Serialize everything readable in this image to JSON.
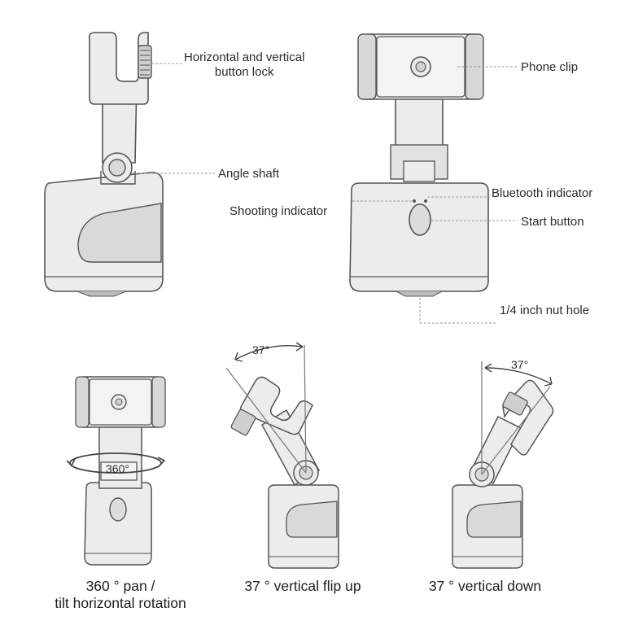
{
  "labels": {
    "button_lock_line1": "Horizontal and vertical",
    "button_lock_line2": "button lock",
    "phone_clip": "Phone clip",
    "angle_shaft": "Angle shaft",
    "bluetooth_indicator": "Bluetooth indicator",
    "shooting_indicator": "Shooting indicator",
    "start_button": "Start button",
    "nut_hole": "1/4 inch nut hole"
  },
  "rotation": {
    "pan_degrees": "360°"
  },
  "angles": {
    "flip_up": "37°",
    "flip_down": "37°"
  },
  "captions": {
    "pan_line1": "360 ° pan /",
    "pan_line2": "tilt horizontal rotation",
    "flip_up": "37 ° vertical flip up",
    "flip_down": "37 ° vertical down"
  },
  "colors": {
    "stroke": "#555555",
    "fill": "#ececec",
    "fill_dark": "#d8d8d8",
    "leader": "#9a9a9a",
    "text": "#2b2b2b"
  }
}
